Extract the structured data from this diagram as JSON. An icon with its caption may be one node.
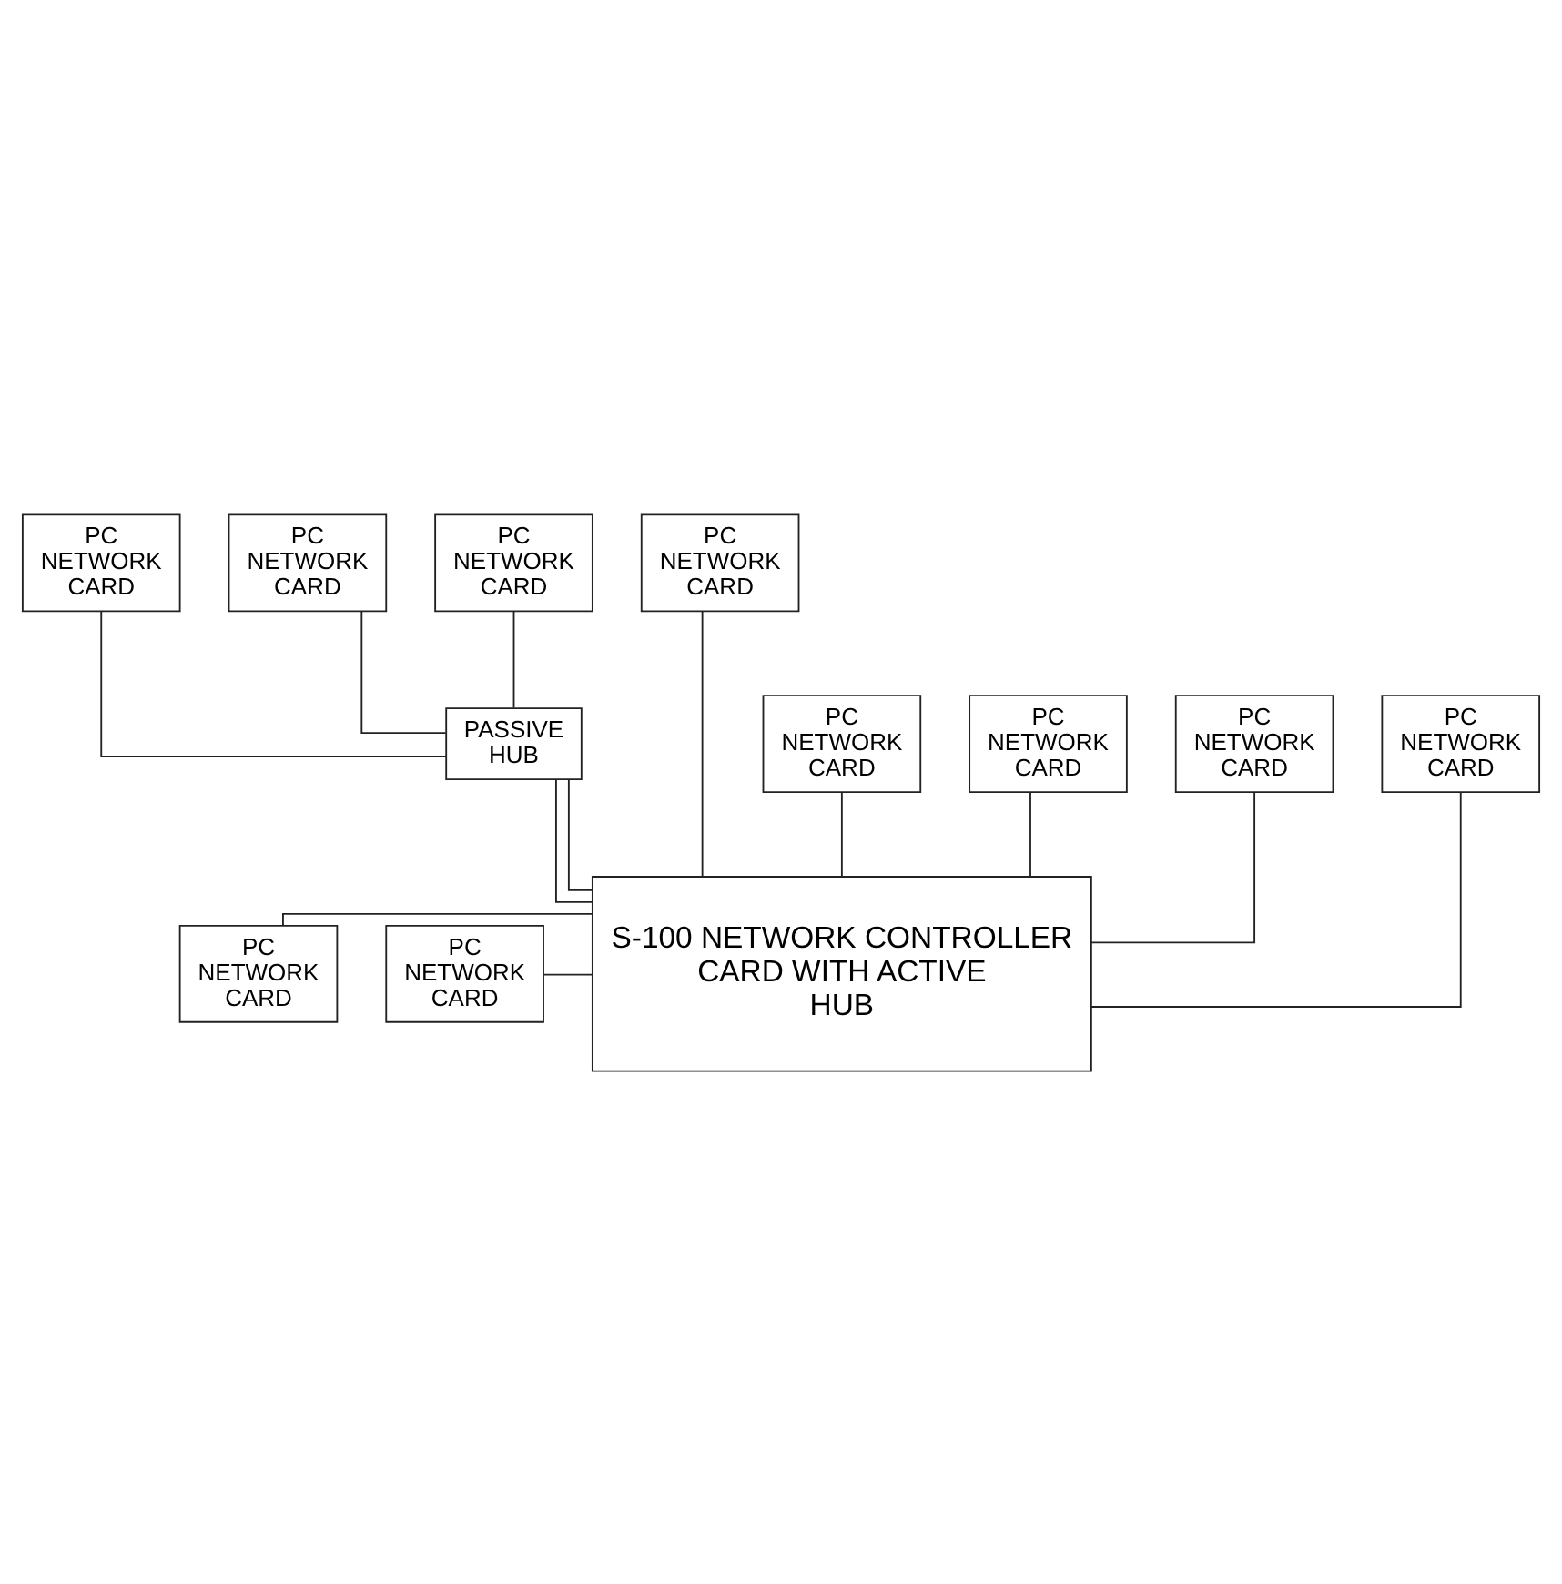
{
  "diagram": {
    "nodes": [
      {
        "text": [
          "PC NETWORK CARD"
        ]
      },
      {
        "text": [
          "PC NETWORK CARD"
        ]
      },
      {
        "text": [
          "PC NETWORK CARD"
        ]
      },
      {
        "text": [
          "PC NETWORK CARD"
        ]
      },
      {
        "text": [
          "PC NETWORK CARD"
        ]
      },
      {
        "text": [
          "PC NETWORK CARD"
        ]
      },
      {
        "text": [
          "PC NETWORK CARD"
        ]
      },
      {
        "text": [
          "PASSIVE HUB"
        ]
      },
      {
        "text": [
          "PC NETWORK CARD"
        ]
      },
      {
        "text": [
          "S-100 NETWORK CONTROLLER CARD WITH ACTIVE HUB"
        ]
      },
      {
        "text": [
          "PC NETWORK CARD"
        ]
      },
      {
        "text": [
          "PC NETWORK CARD"
        ]
      }
    ],
    "edges": [
      {
        "from": 0,
        "to": 7,
        "arrow": "none"
      },
      {
        "from": 1,
        "to": 7,
        "arrow": "none"
      },
      {
        "from": 2,
        "to": 7,
        "arrow": "none"
      },
      {
        "from": 7,
        "to": 9,
        "arrow": "none"
      },
      {
        "from": 7,
        "to": 9,
        "arrow": "none"
      },
      {
        "from": 4,
        "to": 9,
        "arrow": "none"
      },
      {
        "from": 5,
        "to": 9,
        "arrow": "none"
      },
      {
        "from": 6,
        "to": 9,
        "arrow": "none"
      },
      {
        "from": 3,
        "to": 9,
        "arrow": "none"
      },
      {
        "from": 11,
        "to": 9,
        "arrow": "none"
      },
      {
        "from": 8,
        "to": 9,
        "arrow": "none"
      },
      {
        "from": 10,
        "to": 9,
        "arrow": "none"
      }
    ]
  }
}
